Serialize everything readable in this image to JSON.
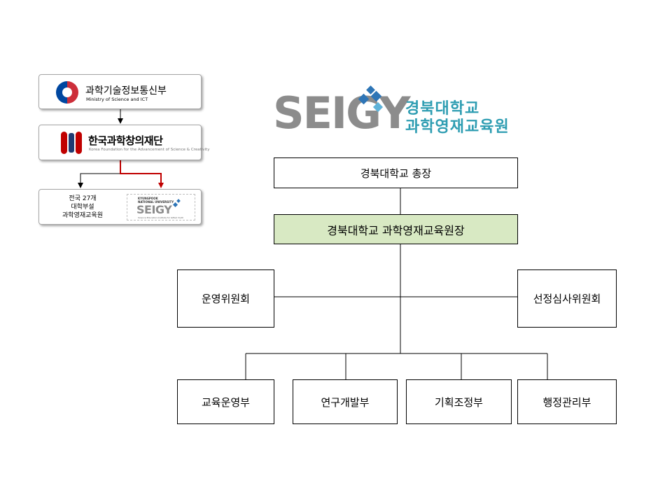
{
  "hierarchy": {
    "ministry": {
      "name_ko": "과학기술정보통신부",
      "name_en": "Ministry of Science and ICT"
    },
    "foundation": {
      "name_ko": "한국과학창의재단",
      "name_en": "Korea Foundation for the Advancement of Science & Creativity"
    },
    "institutes": {
      "text": "전국 27개\n대학부설\n과학영재교육원",
      "logo_caption": "KYUNGPOOK\nNATIONAL UNIVERSITY",
      "logo_text": "SEIGY",
      "logo_sub": "Science Education Institute for Gifted Youth"
    }
  },
  "logo": {
    "wordmark": "SEIGY",
    "name_ko": "경북대학교\n과학영재교육원",
    "brand_color": "#2e9db2",
    "mark_color": "#2e75b6"
  },
  "org": {
    "president": "경북대학교  총장",
    "director": "경북대학교 과학영재교육원장",
    "committees": [
      "운영위원회",
      "선정심사위원회"
    ],
    "departments": [
      "교육운영부",
      "연구개발부",
      "기획조정부",
      "행정관리부"
    ],
    "director_fill": "#d8e9c3"
  },
  "arrow_colors": {
    "black": "#000000",
    "red": "#c00000"
  }
}
